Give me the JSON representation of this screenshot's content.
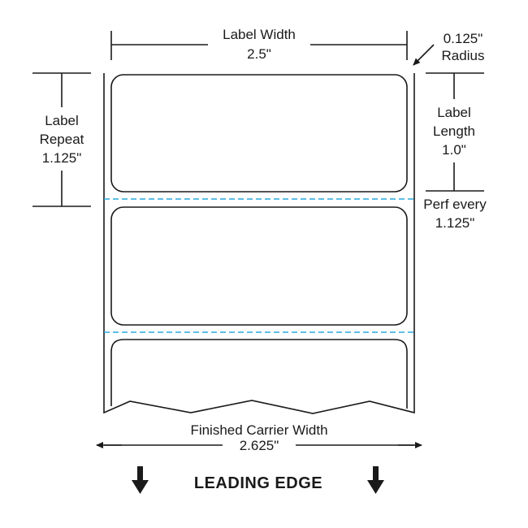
{
  "dimensions": {
    "label_width": {
      "title": "Label Width",
      "value": "2.5\""
    },
    "radius": {
      "value": "0.125\"",
      "title": "Radius"
    },
    "label_repeat": {
      "line1": "Label",
      "line2": "Repeat",
      "value": "1.125\""
    },
    "label_length": {
      "line1": "Label",
      "line2": "Length",
      "value": "1.0\""
    },
    "perf": {
      "line1": "Perf every",
      "value": "1.125\""
    },
    "carrier_width": {
      "title": "Finished Carrier Width",
      "value": "2.625\""
    }
  },
  "footer": {
    "leading_edge": "LEADING EDGE"
  },
  "colors": {
    "perforation": "#29a8df",
    "line": "#1a1a1a"
  }
}
